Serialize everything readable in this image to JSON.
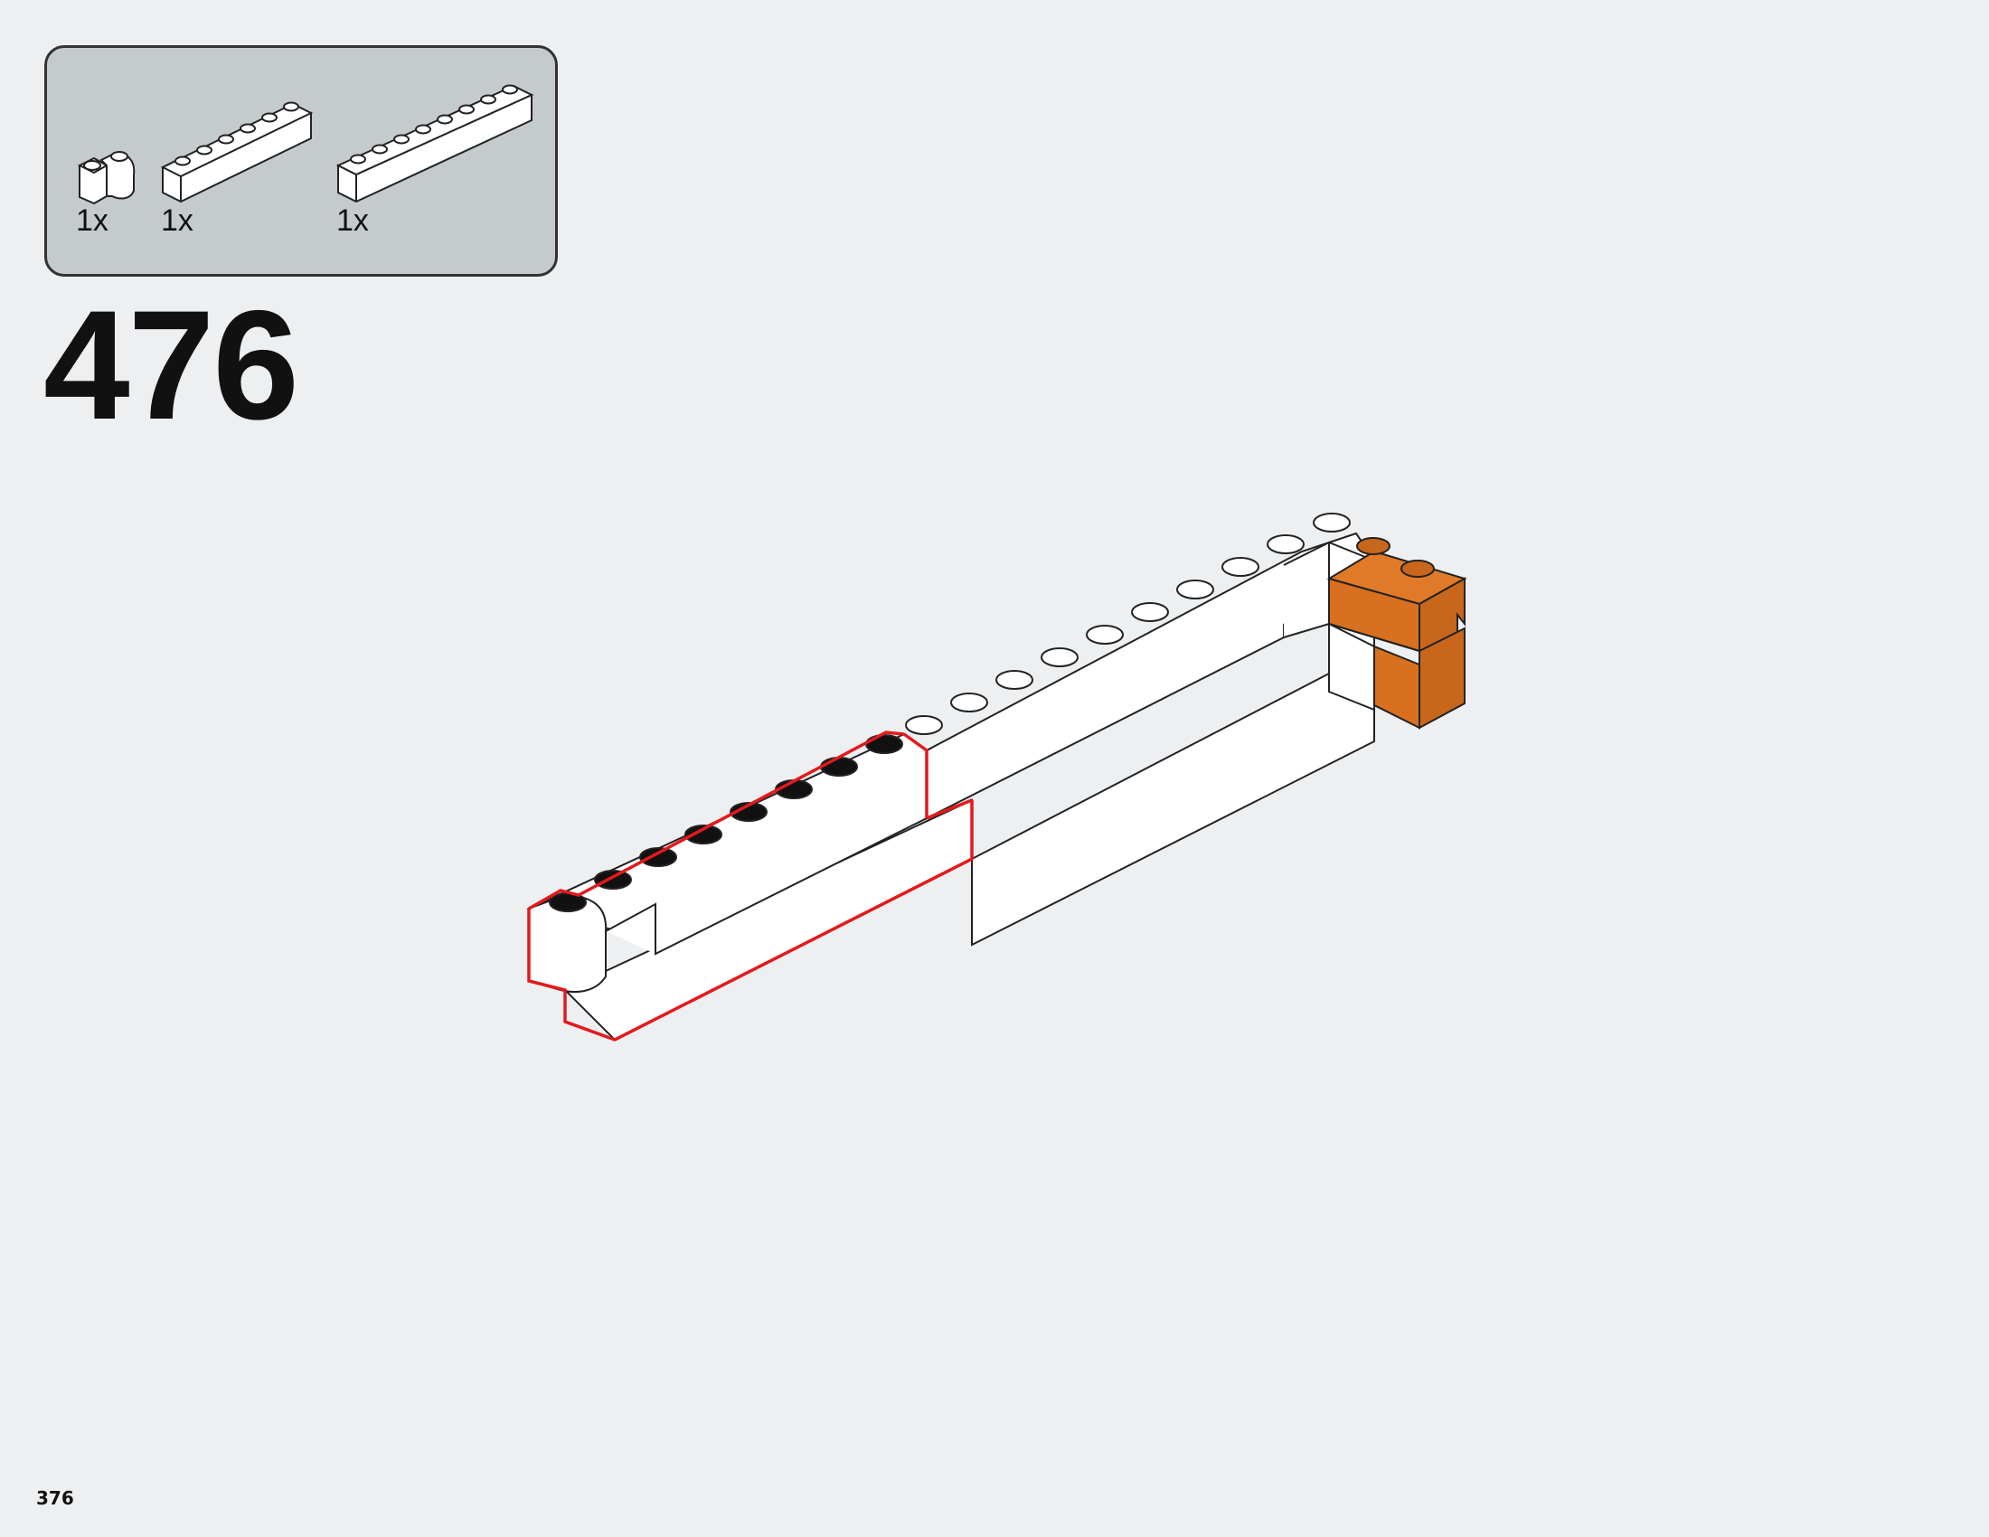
{
  "parts_callout": {
    "parts": [
      {
        "name": "1x2 white brick (rounded)",
        "qty": "1x"
      },
      {
        "name": "1x6 white brick",
        "qty": "1x"
      },
      {
        "name": "1x8 white brick",
        "qty": "1x"
      }
    ]
  },
  "step": {
    "number": "476"
  },
  "page": {
    "number": "376"
  },
  "colors": {
    "background": "#edeff1",
    "callout_bg": "#c5cacd",
    "brick_white": "#ffffff",
    "brick_orange": "#d8701f",
    "highlight": "#e3191c",
    "stud_dark": "#111111"
  }
}
